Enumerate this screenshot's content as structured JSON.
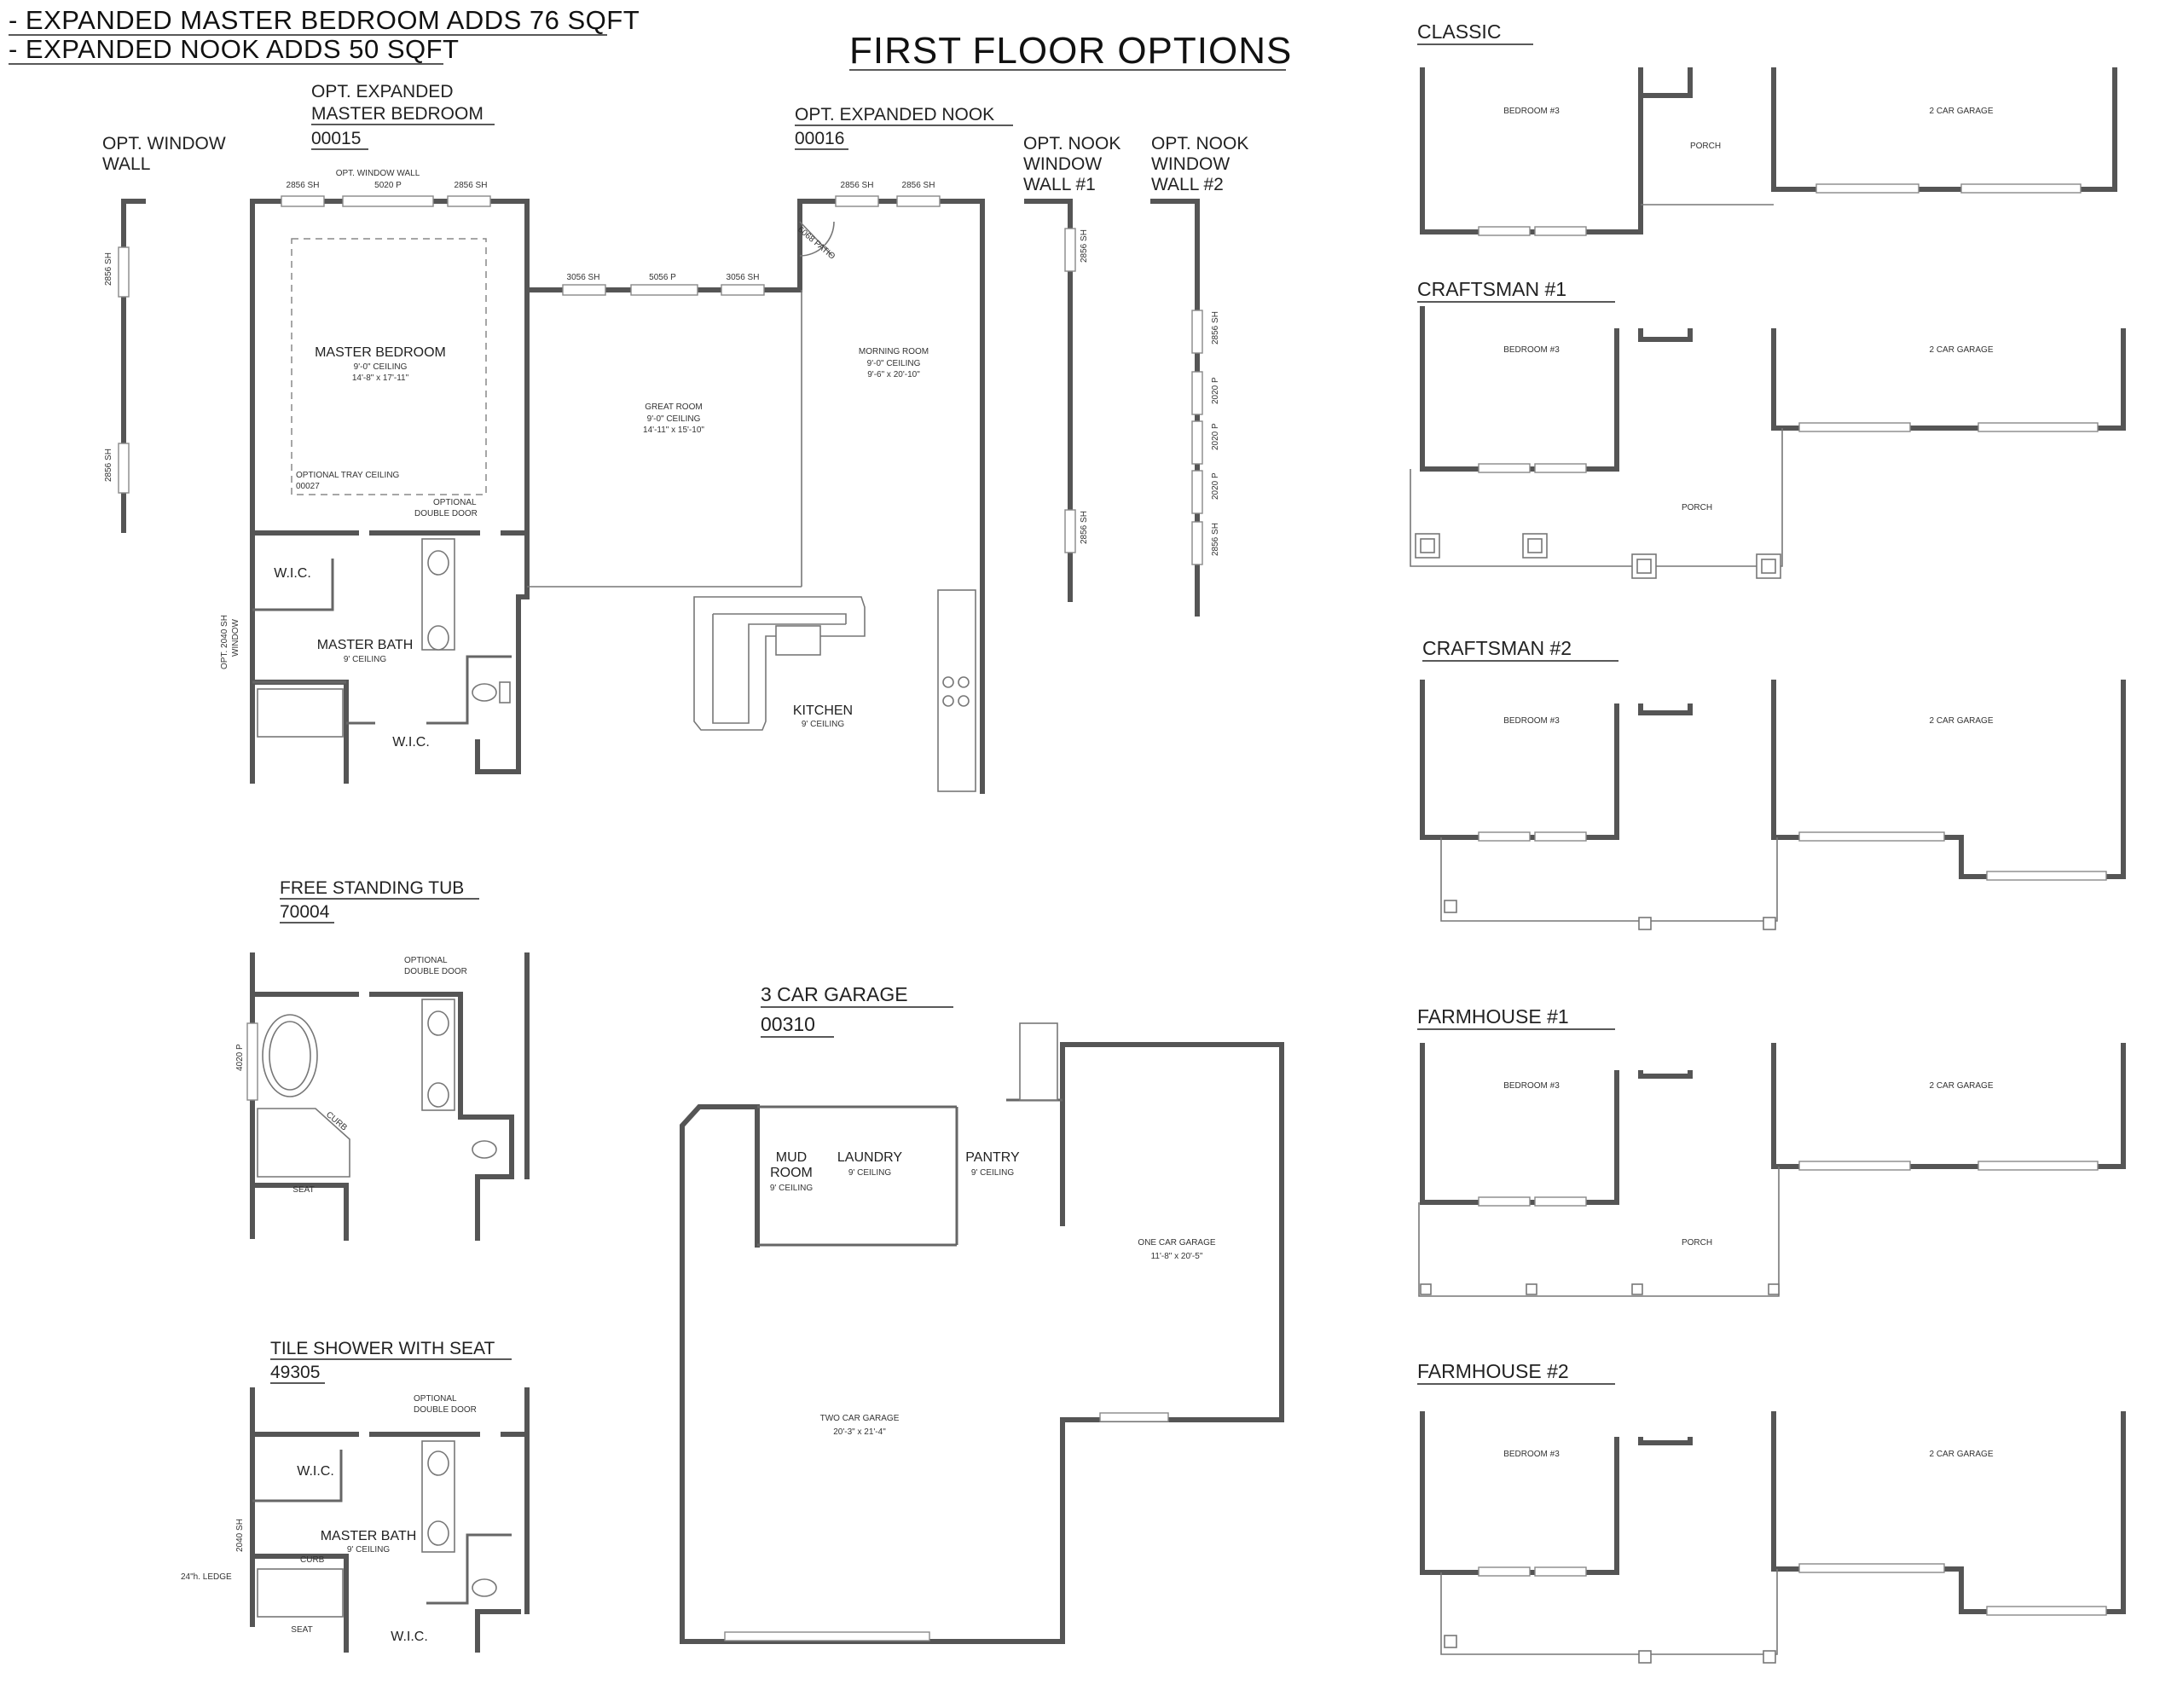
{
  "notes": [
    "- EXPANDED MASTER BEDROOM ADDS 76 SQFT",
    "- EXPANDED NOOK ADDS 50 SQFT"
  ],
  "title": "FIRST FLOOR OPTIONS",
  "opt_window_wall": {
    "title": [
      "OPT. WINDOW",
      "WALL"
    ],
    "win1": "2856 SH",
    "win2": "2856 SH"
  },
  "master": {
    "title": [
      "OPT. EXPANDED",
      "MASTER BEDROOM",
      "00015"
    ],
    "opt_window_wall": "OPT. WINDOW WALL",
    "win_left": "2856 SH",
    "win_mid": "5020 P",
    "win_right": "2856 SH",
    "bedroom": "MASTER BEDROOM",
    "bedroom_ceiling": "9'-0\" CEILING",
    "bedroom_size": "14'-8\" x 17'-11\"",
    "tray": "OPTIONAL TRAY CEILING",
    "tray_code": "00027",
    "double_door": [
      "OPTIONAL",
      "DOUBLE DOOR"
    ],
    "wic1": "W.I.C.",
    "bath": "MASTER BATH",
    "bath_ceiling": "9' CEILING",
    "wic2": "W.I.C.",
    "side_window": [
      "OPT. 2040 SH",
      "WINDOW"
    ]
  },
  "great_room": {
    "win1": "3056 SH",
    "win2": "5056 P",
    "win3": "3056 SH",
    "name": "GREAT ROOM",
    "ceiling": "9'-0\" CEILING",
    "size": "14'-11\" x 15'-10\""
  },
  "nook": {
    "title": [
      "OPT. EXPANDED NOOK",
      "00016"
    ],
    "win1": "2856 SH",
    "win2": "2856 SH",
    "patio": "6068 PATIO",
    "name": "MORNING ROOM",
    "ceiling": "9'-0\" CEILING",
    "size": "9'-6\" x 20'-10\"",
    "kitchen": "KITCHEN",
    "kitchen_ceiling": "9' CEILING"
  },
  "nook_wall1": {
    "title": [
      "OPT. NOOK",
      "WINDOW",
      "WALL #1"
    ],
    "win1": "2856 SH",
    "win2": "2856 SH"
  },
  "nook_wall2": {
    "title": [
      "OPT. NOOK",
      "WINDOW",
      "WALL #2"
    ],
    "wins": [
      "2856 SH",
      "2020 P",
      "2020 P",
      "2020 P",
      "2856 SH"
    ]
  },
  "tub": {
    "title": [
      "FREE STANDING TUB",
      "70004"
    ],
    "double_door": [
      "OPTIONAL",
      "DOUBLE DOOR"
    ],
    "window": "4020 P",
    "curb": "CURB",
    "seat": "SEAT"
  },
  "shower": {
    "title": [
      "TILE SHOWER WITH SEAT",
      "49305"
    ],
    "double_door": [
      "OPTIONAL",
      "DOUBLE DOOR"
    ],
    "wic1": "W.I.C.",
    "bath": "MASTER BATH",
    "bath_ceiling": "9' CEILING",
    "window": "2040 SH",
    "curb": "CURB",
    "ledge": "24\"h. LEDGE",
    "seat": "SEAT",
    "wic2": "W.I.C."
  },
  "garage3": {
    "title": [
      "3 CAR GARAGE",
      "00310"
    ],
    "mud": [
      "MUD",
      "ROOM"
    ],
    "mud_ceiling": "9' CEILING",
    "laundry": "LAUNDRY",
    "laundry_ceiling": "9' CEILING",
    "pantry": "PANTRY",
    "pantry_ceiling": "9' CEILING",
    "one_car": "ONE CAR GARAGE",
    "one_car_size": "11'-8\" x 20'-5\"",
    "two_car": "TWO CAR GARAGE",
    "two_car_size": "20'-3\" x 21'-4\""
  },
  "elevations": [
    {
      "title": "CLASSIC",
      "bedroom": "BEDROOM #3",
      "garage": "2 CAR GARAGE",
      "porch": "PORCH"
    },
    {
      "title": "CRAFTSMAN #1",
      "bedroom": "BEDROOM #3",
      "garage": "2 CAR GARAGE",
      "porch": "PORCH"
    },
    {
      "title": "CRAFTSMAN #2",
      "bedroom": "BEDROOM #3",
      "garage": "2 CAR GARAGE"
    },
    {
      "title": "FARMHOUSE #1",
      "bedroom": "BEDROOM #3",
      "garage": "2 CAR GARAGE",
      "porch": "PORCH"
    },
    {
      "title": "FARMHOUSE #2",
      "bedroom": "BEDROOM #3",
      "garage": "2 CAR GARAGE"
    }
  ]
}
